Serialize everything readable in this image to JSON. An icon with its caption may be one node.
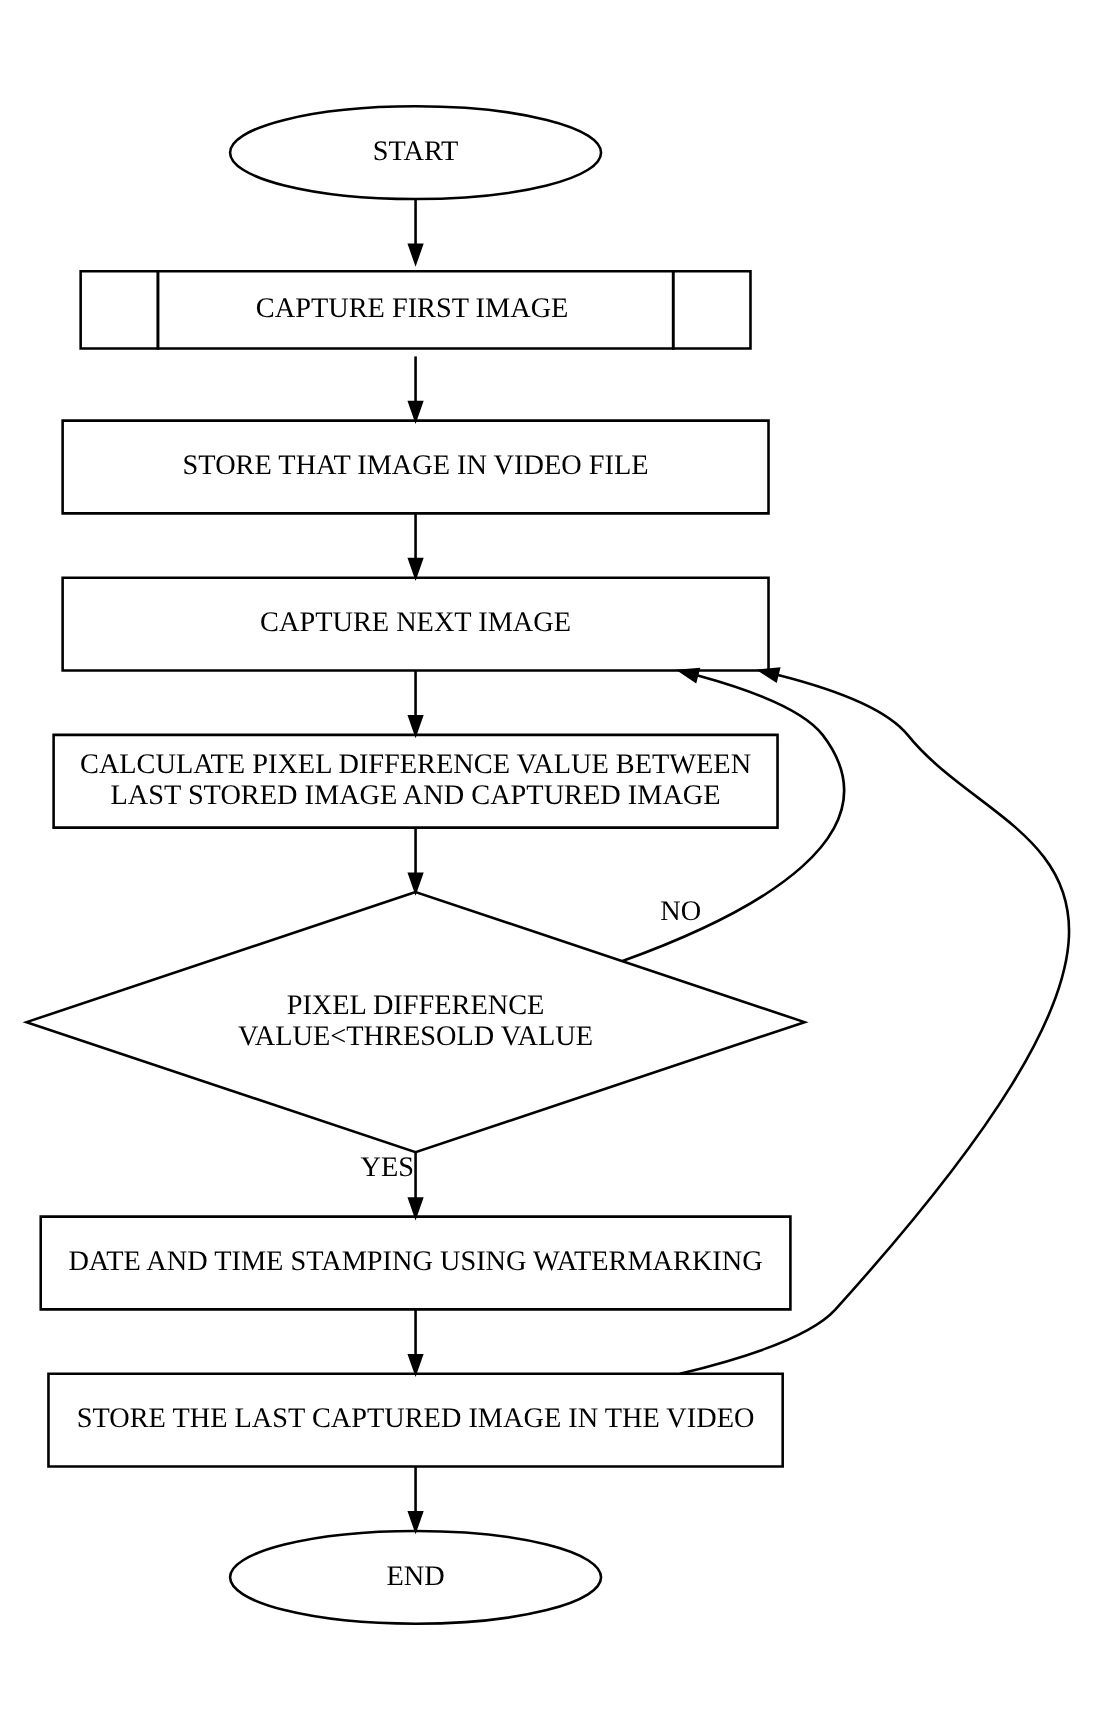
{
  "diagram": {
    "nodes": [
      {
        "text": [
          "START"
        ]
      },
      {
        "text": [
          "CAPTURE FIRST IMAGE"
        ]
      },
      {
        "text": [
          "STORE THAT IMAGE IN VIDEO FILE"
        ]
      },
      {
        "text": [
          "CAPTURE NEXT IMAGE"
        ]
      },
      {
        "text": [
          "CALCULATE PIXEL DIFFERENCE VALUE BETWEEN LAST STORED IMAGE AND CAPTURED IMAGE"
        ]
      },
      {
        "text": [
          "PIXEL DIFFERENCE VALUE<THRESOLD VALUE"
        ]
      },
      {
        "text": [
          "DATE AND TIME STAMPING USING WATERMARKING"
        ]
      },
      {
        "text": [
          "STORE THE LAST CAPTURED IMAGE IN THE VIDEO"
        ]
      },
      {
        "text": [
          "END"
        ]
      }
    ],
    "edges": [
      {
        "from": 0,
        "to": 1,
        "arrow": "to"
      },
      {
        "from": 1,
        "to": 2,
        "arrow": "to"
      },
      {
        "from": 2,
        "to": 3,
        "arrow": "to"
      },
      {
        "from": 3,
        "to": 4,
        "arrow": "to"
      },
      {
        "from": 4,
        "to": 5,
        "arrow": "to"
      },
      {
        "from": 5,
        "to": 3,
        "arrow": "to",
        "label": "NO"
      },
      {
        "from": 5,
        "to": 6,
        "arrow": "to",
        "label": "YES"
      },
      {
        "from": 6,
        "to": 7,
        "arrow": "to"
      },
      {
        "from": 7,
        "to": 3,
        "arrow": "to"
      },
      {
        "from": 7,
        "to": 8,
        "arrow": "to"
      }
    ]
  }
}
